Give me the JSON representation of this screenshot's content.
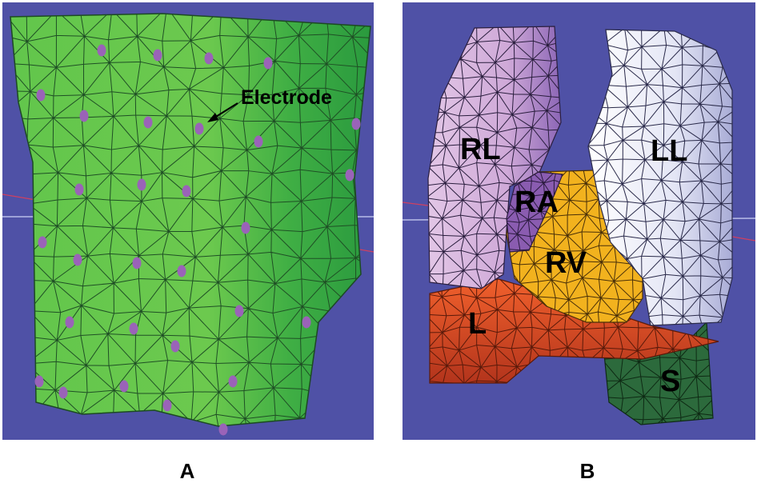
{
  "panel_a": {
    "caption": "A",
    "annotation": "Electrode",
    "colors": {
      "torso": "#5cc24a",
      "torso_shade": "#2e9a3e",
      "electrode": "#9a63b8",
      "background": "#4f51a6"
    }
  },
  "panel_b": {
    "caption": "B",
    "organ_labels": {
      "right_lung": "RL",
      "left_lung": "LL",
      "right_atrium": "RA",
      "right_ventricle": "RV",
      "liver": "L",
      "spleen": "S"
    },
    "colors": {
      "right_lung": "#d8b8de",
      "left_lung": "#eceef8",
      "heart": "#f2b21e",
      "atrium": "#8a5cb0",
      "liver": "#e45a2a",
      "spleen": "#2c6a3c"
    }
  }
}
